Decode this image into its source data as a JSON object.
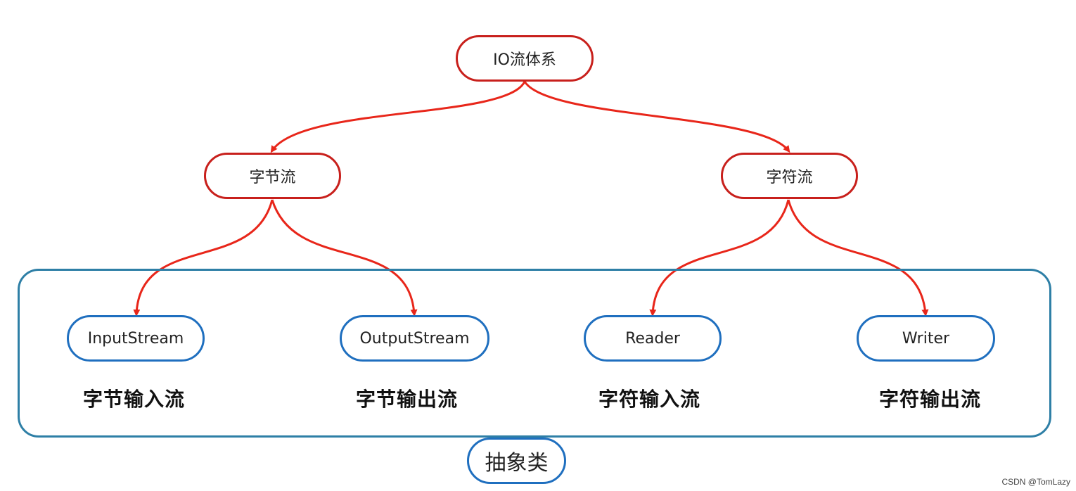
{
  "diagram": {
    "root": {
      "label": "IO流体系"
    },
    "branches": [
      {
        "label": "字节流"
      },
      {
        "label": "字符流"
      }
    ],
    "leaves": [
      {
        "label": "InputStream",
        "caption": "字节输入流"
      },
      {
        "label": "OutputStream",
        "caption": "字节输出流"
      },
      {
        "label": "Reader",
        "caption": "字符输入流"
      },
      {
        "label": "Writer",
        "caption": "字符输出流"
      }
    ],
    "group_label": "抽象类"
  },
  "watermark": "CSDN @TomLazy",
  "colors": {
    "tree_nodes": "#c8201c",
    "arrows": "#e8261a",
    "leaf_nodes": "#1f6fbf",
    "group_box": "#2e7fa6"
  }
}
